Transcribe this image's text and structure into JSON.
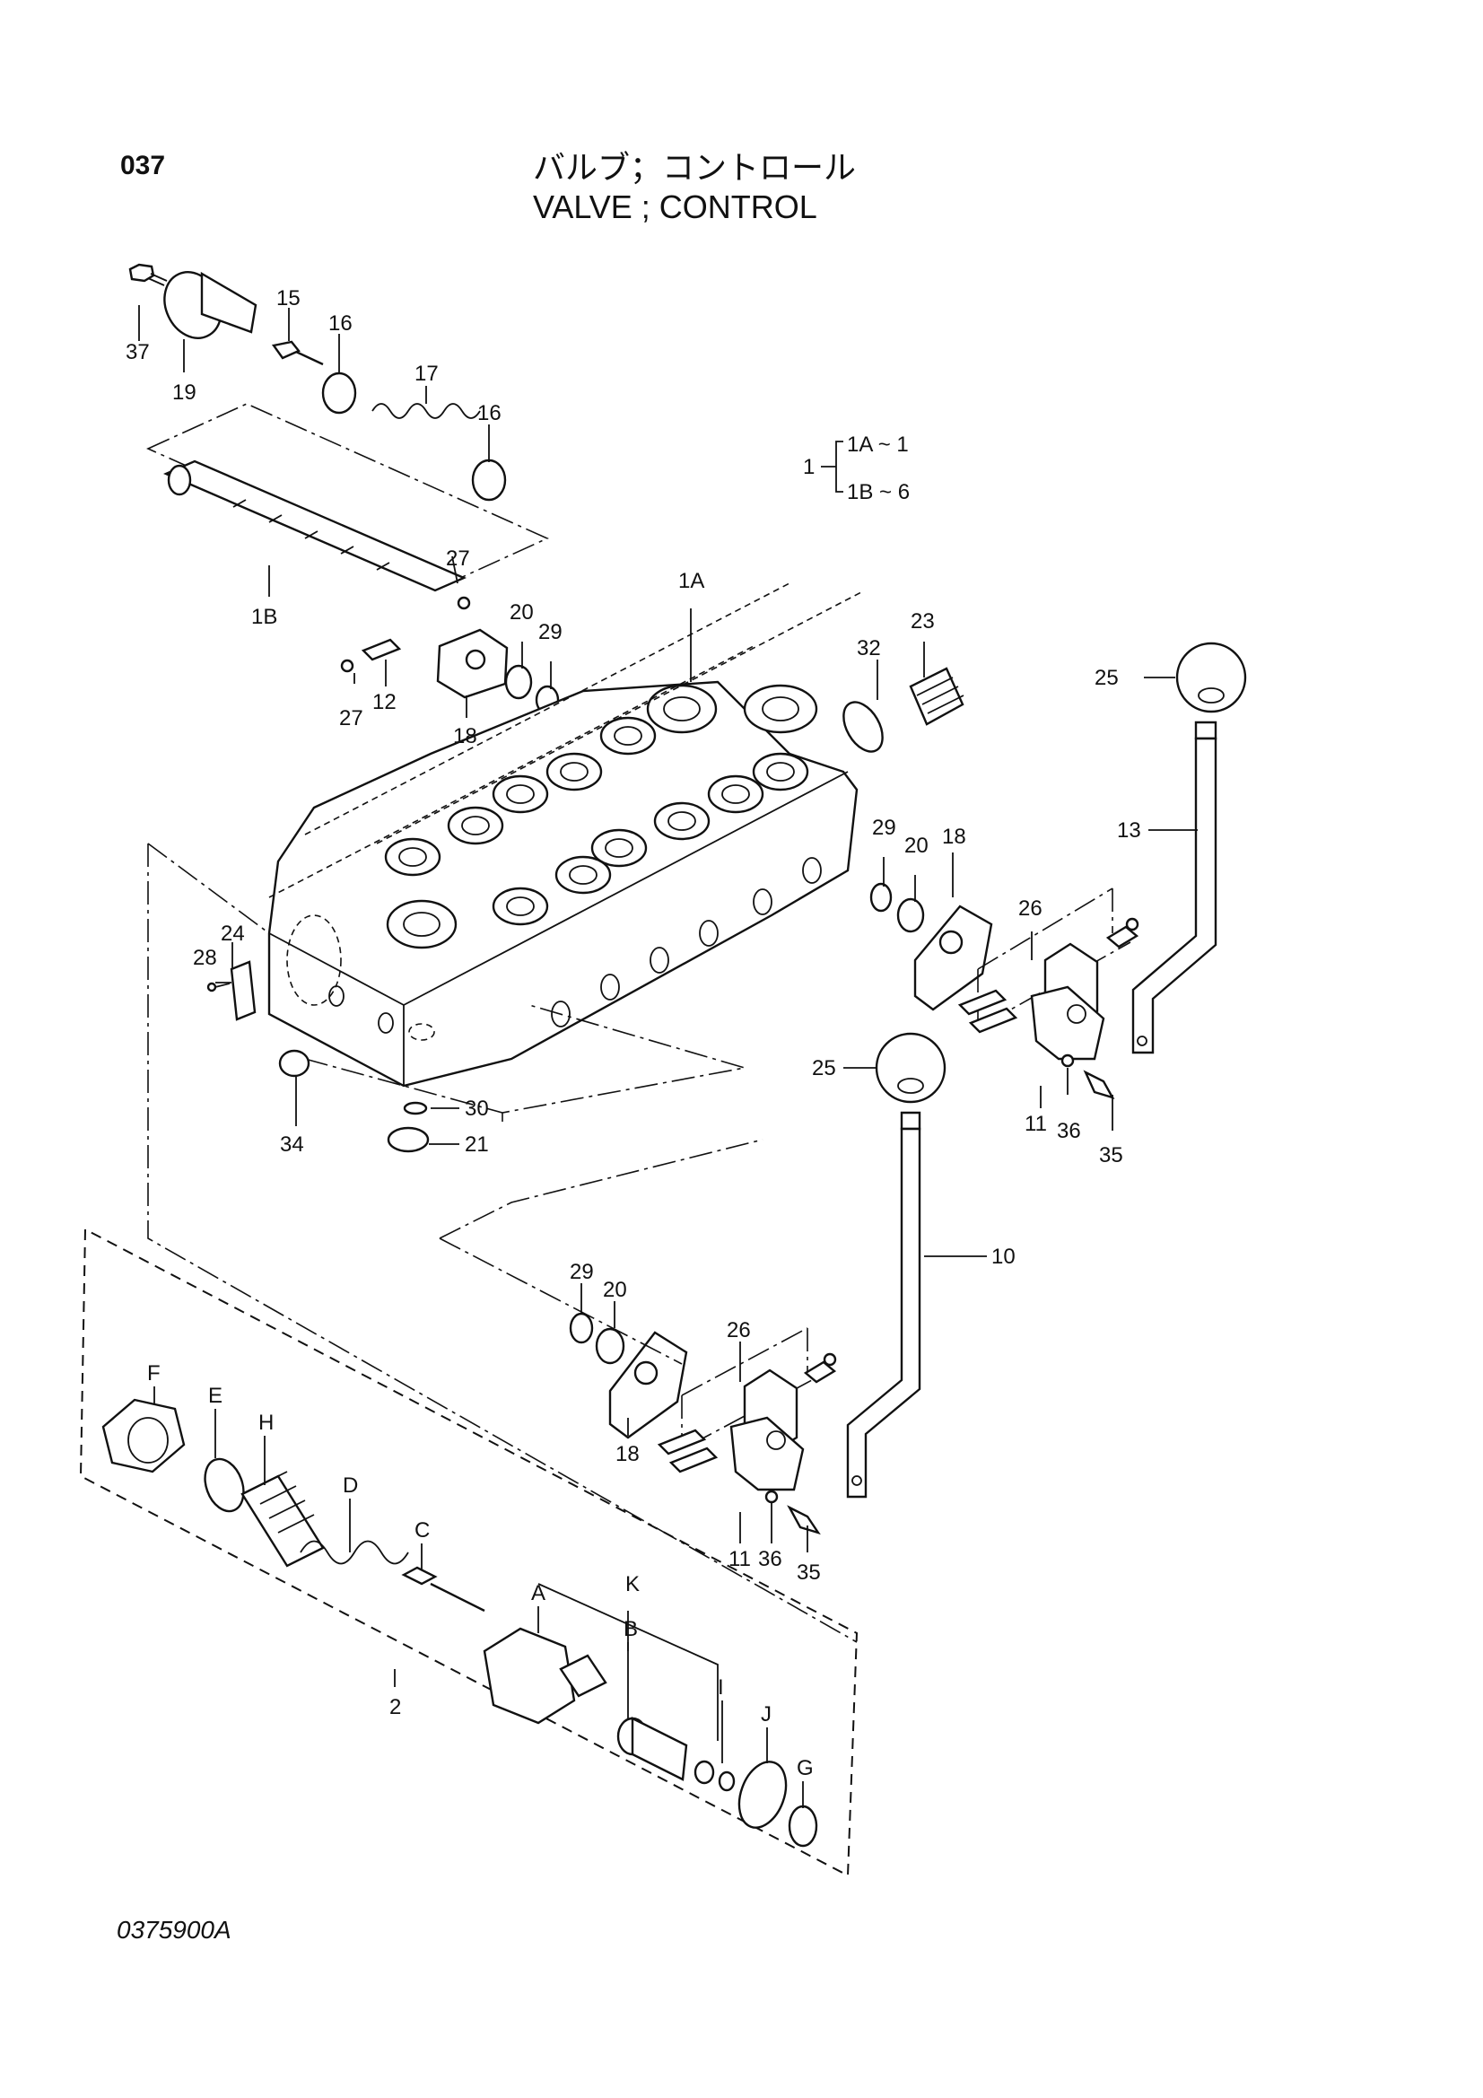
{
  "header": {
    "page_number": "037",
    "title_jp": "バルブ；コントロール",
    "title_en": "VALVE ; CONTROL"
  },
  "figure_code": "0375900A",
  "legend": {
    "parent": "1",
    "items": [
      "1A ~ 1",
      "1B ~ 6"
    ]
  },
  "labels": {
    "p37": "37",
    "p19": "19",
    "p15": "15",
    "p16a": "16",
    "p17": "17",
    "p16b": "16",
    "p1B": "1B",
    "p27a": "27",
    "p27b": "27",
    "p12": "12",
    "p18a": "18",
    "p20a": "20",
    "p29a": "29",
    "p1A": "1A",
    "p32": "32",
    "p23": "23",
    "p25a": "25",
    "p13": "13",
    "p29b": "29",
    "p20b": "20",
    "p18b": "18",
    "p26a": "26",
    "p28": "28",
    "p24": "24",
    "p11a": "11",
    "p36a": "36",
    "p35a": "35",
    "p34": "34",
    "p30": "30",
    "p21": "21",
    "p25b": "25",
    "p10": "10",
    "p29c": "29",
    "p20c": "20",
    "p26b": "26",
    "p18c": "18",
    "p11b": "11",
    "p36b": "36",
    "p35b": "35",
    "pF": "F",
    "pE": "E",
    "pH": "H",
    "pD": "D",
    "pC": "C",
    "pA": "A",
    "pK": "K",
    "pB": "B",
    "pI": "I",
    "pJ": "J",
    "pG": "G",
    "p2": "2"
  }
}
